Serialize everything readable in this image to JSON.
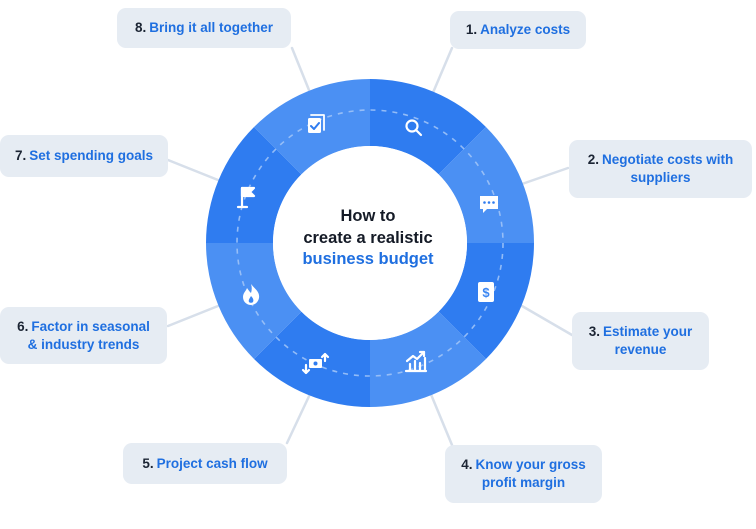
{
  "title": {
    "line1": "How to",
    "line2": "create a realistic",
    "line3": "business budget"
  },
  "colors": {
    "ring_dark": "#2f7cf0",
    "ring_light": "#4b90f3",
    "ring_dashes": "#9fc3f7",
    "box_bg": "#e6ecf3",
    "accent_blue": "#1f6fe0",
    "number_dark": "#1b2433",
    "connector": "#d7dfea"
  },
  "steps": [
    {
      "number": "1.",
      "label": "Analyze costs",
      "icon": "magnifier-icon"
    },
    {
      "number": "2.",
      "label": "Negotiate costs with\nsuppliers",
      "icon": "chat-bubble-icon"
    },
    {
      "number": "3.",
      "label": "Estimate your\nrevenue",
      "icon": "dollar-icon"
    },
    {
      "number": "4.",
      "label": "Know your gross\nprofit margin",
      "icon": "bar-chart-icon"
    },
    {
      "number": "5.",
      "label": "Project cash flow",
      "icon": "cash-flow-icon"
    },
    {
      "number": "6.",
      "label": "Factor in seasonal\n& industry trends",
      "icon": "flame-icon"
    },
    {
      "number": "7.",
      "label": "Set spending goals",
      "icon": "flag-icon"
    },
    {
      "number": "8.",
      "label": "Bring it all together",
      "icon": "checklist-icon"
    }
  ]
}
